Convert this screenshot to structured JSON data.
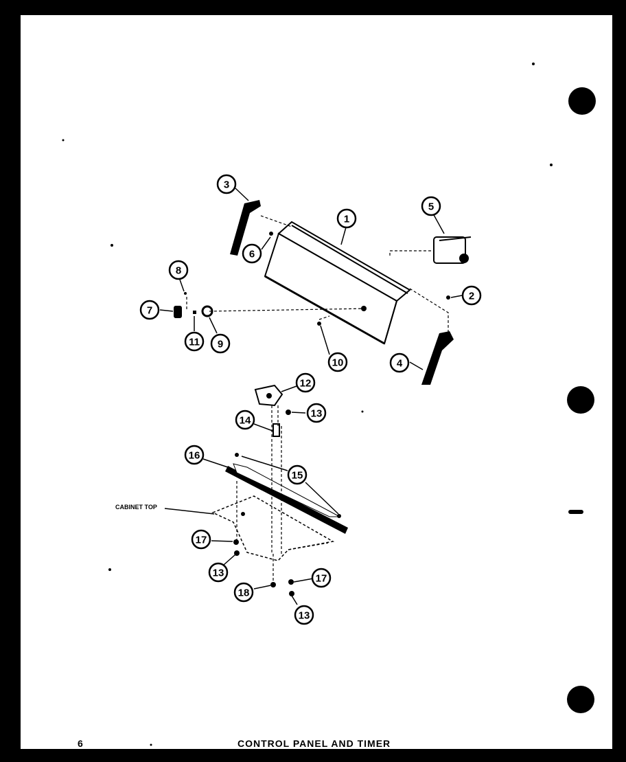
{
  "page_number": "6",
  "title": "CONTROL PANEL AND TIMER",
  "cabinet_label": "CABINET TOP",
  "callouts": [
    {
      "id": "c1",
      "label": "1"
    },
    {
      "id": "c2",
      "label": "2"
    },
    {
      "id": "c3",
      "label": "3"
    },
    {
      "id": "c4",
      "label": "4"
    },
    {
      "id": "c5",
      "label": "5"
    },
    {
      "id": "c6",
      "label": "6"
    },
    {
      "id": "c7",
      "label": "7"
    },
    {
      "id": "c8",
      "label": "8"
    },
    {
      "id": "c9",
      "label": "9"
    },
    {
      "id": "c10",
      "label": "10"
    },
    {
      "id": "c11",
      "label": "11"
    },
    {
      "id": "c12",
      "label": "12"
    },
    {
      "id": "c13a",
      "label": "13"
    },
    {
      "id": "c14",
      "label": "14"
    },
    {
      "id": "c15",
      "label": "15"
    },
    {
      "id": "c16",
      "label": "16"
    },
    {
      "id": "c17a",
      "label": "17"
    },
    {
      "id": "c13b",
      "label": "13"
    },
    {
      "id": "c18",
      "label": "18"
    },
    {
      "id": "c17b",
      "label": "17"
    },
    {
      "id": "c13c",
      "label": "13"
    }
  ]
}
